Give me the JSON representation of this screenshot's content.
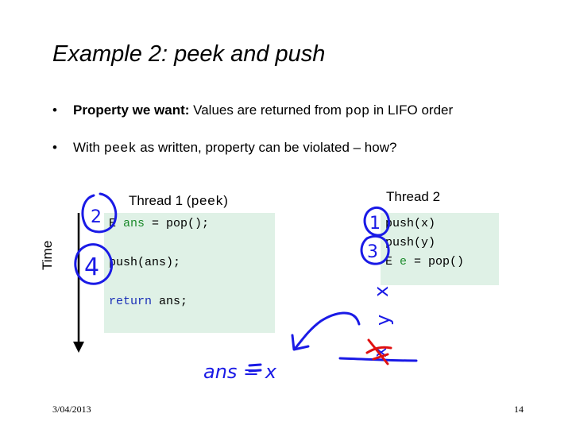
{
  "slide": {
    "title": "Example 2: peek and push",
    "bullets": [
      {
        "bold": "Property we want:",
        "text_a": " Values are returned from ",
        "code": "pop",
        "text_b": " in LIFO order"
      },
      {
        "text_a": "With ",
        "code": "peek",
        "text_b": " as written, property can be violated – how?"
      }
    ],
    "bullet_char": "•"
  },
  "thread1": {
    "title_a": "Thread 1 (",
    "title_code": "peek",
    "title_b": ")",
    "lines": [
      {
        "t1": "E ",
        "v": "ans",
        "t2": " = pop();"
      },
      {
        "t1": "push(ans);"
      },
      {
        "kw": "return",
        "t2": " ans;"
      }
    ]
  },
  "thread2": {
    "title": "Thread 2",
    "lines": [
      {
        "t1": "push(x)"
      },
      {
        "t1": "push(y)"
      },
      {
        "t1": "E ",
        "v": "e",
        "t2": " = pop()"
      }
    ]
  },
  "axis": {
    "time_label": "Time"
  },
  "annotations": {
    "step_numbers": [
      "2",
      "4",
      "1",
      "3"
    ],
    "ans_eq": "ans = x",
    "stack_items": [
      "x",
      "y"
    ],
    "crossed_item": "x"
  },
  "footer": {
    "date": "3/04/2013",
    "page": "14"
  },
  "colors": {
    "ink": "#1a1ae6",
    "strike": "#e01010",
    "code_bg": "#dff1e6",
    "keyword": "#1a2fb8",
    "variable": "#1a8a2a"
  }
}
